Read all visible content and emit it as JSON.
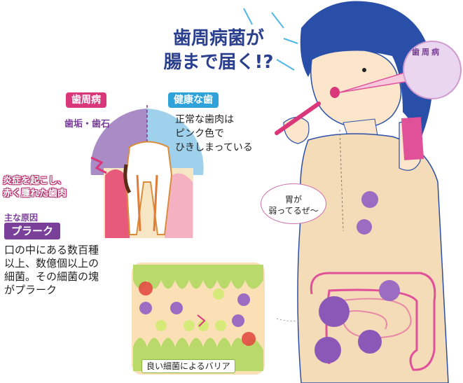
{
  "headline": {
    "line1": "歯周病菌が",
    "line2": "腸まで届く!?"
  },
  "tooth_section": {
    "periodontal_tag": "歯周病",
    "healthy_tag": "健康な歯",
    "plaque_tartar_label": "歯垢・歯石",
    "healthy_desc": [
      "正常な歯肉は",
      "ピンク色で",
      "ひきしまっている"
    ],
    "inflammation_desc": [
      "炎症を起こし、",
      "赤く腫れた歯肉"
    ]
  },
  "plaque_section": {
    "main_cause_label": "主な原因",
    "plaque_tag": "プラーク",
    "description": [
      "口の中にある数百種",
      "以上、数億個以上の",
      "細菌。その細菌の塊",
      "がプラーク"
    ]
  },
  "barrier_label": "良い細菌によるバリア",
  "speech_bubble": [
    "胃が",
    "弱ってるぜ～"
  ],
  "bacteria_badge_label": "歯周病",
  "colors": {
    "headline": "#2b3f8f",
    "pink_tag": "#d9377a",
    "blue_tag": "#2fa3d9",
    "purple": "#7a3f98",
    "skin": "#f4dcb8",
    "hair": "#2a4fa8"
  }
}
